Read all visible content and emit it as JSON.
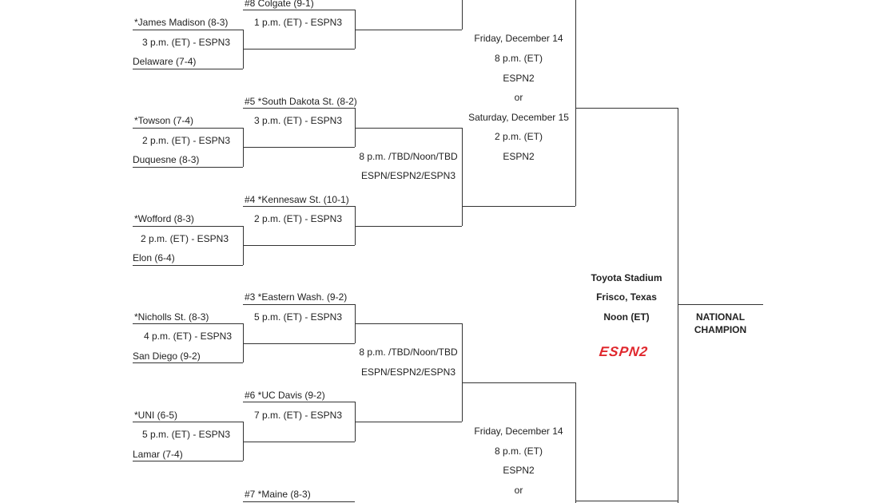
{
  "first_round": [
    {
      "top": "*James Madison (8-3)",
      "time": "3 p.m. (ET)  - ESPN3",
      "bottom": "Delaware (7-4)"
    },
    {
      "top": "*Towson (7-4)",
      "time": "2 p.m. (ET)  - ESPN3",
      "bottom": "Duquesne (8-3)"
    },
    {
      "top": "*Wofford (8-3)",
      "time": "2 p.m. (ET)  -  ESPN3",
      "bottom": "Elon (6-4)"
    },
    {
      "top": "*Nicholls St. (8-3)",
      "time": "4 p.m. (ET)  - ESPN3",
      "bottom": "San Diego (9-2)"
    },
    {
      "top": "*UNI (6-5)",
      "time": "5 p.m. (ET)  - ESPN3",
      "bottom": "Lamar (7-4)"
    }
  ],
  "second_round": [
    {
      "seed": "#8 Colgate (9-1)",
      "time": "1 p.m. (ET)  - ESPN3"
    },
    {
      "seed": "#5 *South Dakota St. (8-2)",
      "time": "3 p.m. (ET)  - ESPN3"
    },
    {
      "seed": "#4 *Kennesaw St. (10-1)",
      "time": "2 p.m. (ET)  - ESPN3"
    },
    {
      "seed": "#3 *Eastern Wash. (9-2)",
      "time": "5 p.m. (ET)  - ESPN3"
    },
    {
      "seed": "#6 *UC Davis (9-2)",
      "time": "7 p.m. (ET)  - ESPN3"
    },
    {
      "seed": "#7 *Maine (8-3)"
    }
  ],
  "quarterfinals": [
    {
      "time": "8 p.m. /TBD/Noon/TBD",
      "network": "ESPN/ESPN2/ESPN3"
    },
    {
      "time": "8 p.m. /TBD/Noon/TBD",
      "network": "ESPN/ESPN2/ESPN3"
    }
  ],
  "semifinals": [
    {
      "lines": [
        "Friday, December 14",
        "8 p.m. (ET)",
        "ESPN2",
        "or",
        "Saturday, December 15",
        "2 p.m. (ET)",
        "ESPN2"
      ]
    },
    {
      "lines": [
        "Friday, December 14",
        "8 p.m. (ET)",
        "ESPN2",
        "or"
      ]
    }
  ],
  "championship": {
    "venue": "Toyota Stadium",
    "city": "Frisco, Texas",
    "time": "Noon (ET)",
    "network_logo": "ESPN2",
    "champion_line1": "NATIONAL",
    "champion_line2": "CHAMPION",
    "logo_color": "#e0282e"
  }
}
